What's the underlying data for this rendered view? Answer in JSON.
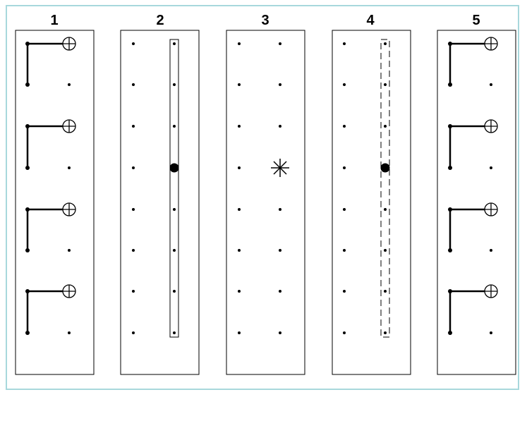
{
  "colors": {
    "frame_border": "#a8d8dc",
    "line": "#000000",
    "background": "#ffffff"
  },
  "panels": [
    {
      "label": "1",
      "pattern": "hook-with-crossed-circle"
    },
    {
      "label": "2",
      "pattern": "solid-rectangle-with-filled-dot"
    },
    {
      "label": "3",
      "pattern": "asterisk"
    },
    {
      "label": "4",
      "pattern": "dashed-rectangle-with-filled-dot"
    },
    {
      "label": "5",
      "pattern": "hook-with-crossed-circle"
    }
  ]
}
